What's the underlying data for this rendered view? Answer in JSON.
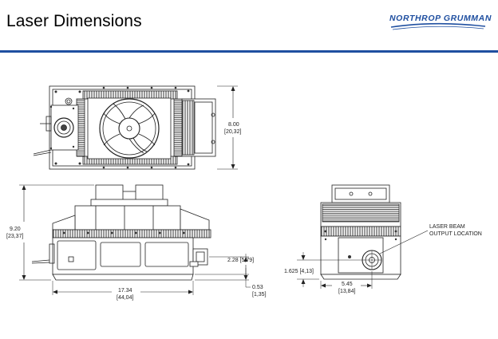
{
  "header": {
    "title": "Laser Dimensions",
    "logo_text": "NORTHROP GRUMMAN",
    "accent_color": "#1f4fa0"
  },
  "top_view": {
    "depth_in": "8.00",
    "depth_cm": "[20,32]"
  },
  "front_view": {
    "height_in": "9.20",
    "height_cm": "[23,37]",
    "beam_height_in": "2.28",
    "beam_height_cm": "[5,79]",
    "length_in": "17.34",
    "length_cm": "[44,04]",
    "foot_in": "0.53",
    "foot_cm": "[1,35]"
  },
  "side_view": {
    "beam_label_line1": "LASER BEAM",
    "beam_label_line2": "OUTPUT LOCATION",
    "beam_offset": "1.625 [4,13]",
    "width_in": "5.45",
    "width_cm": "[13,84]"
  }
}
